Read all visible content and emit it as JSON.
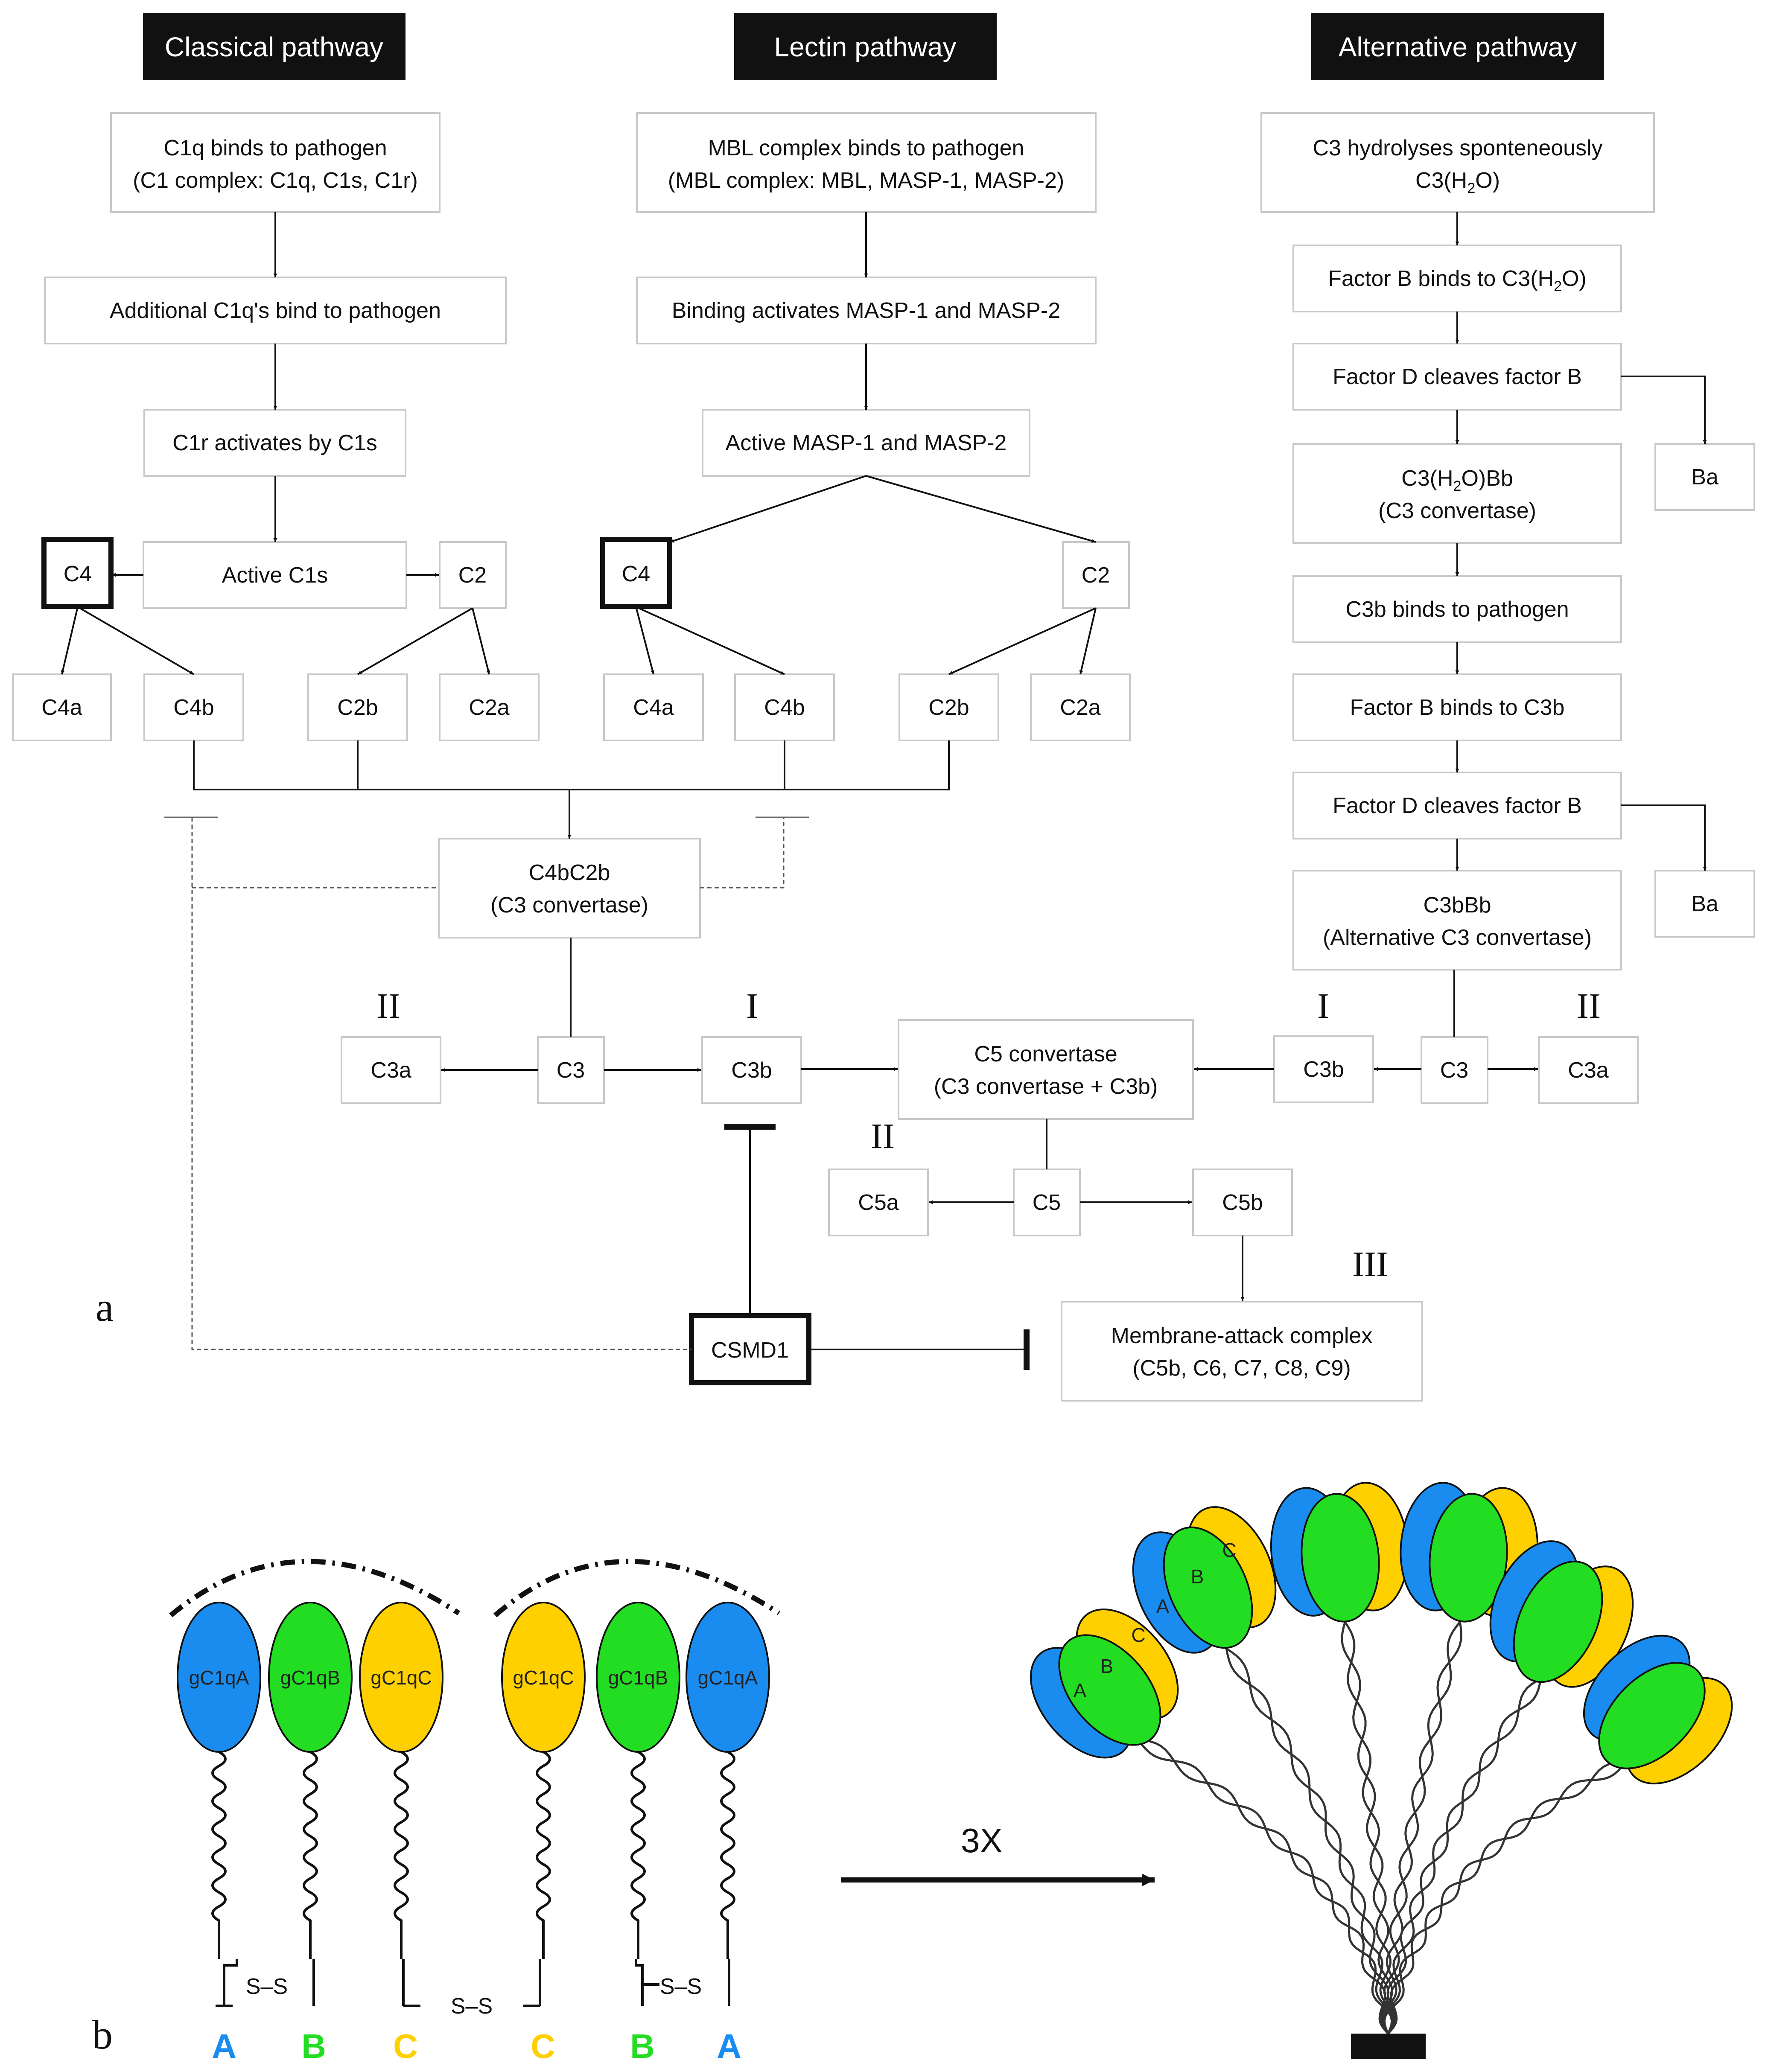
{
  "headers": {
    "classical": "Classical pathway",
    "lectin": "Lectin pathway",
    "alternative": "Alternative pathway"
  },
  "classical": {
    "c1q_binds_1": "C1q binds to pathogen",
    "c1q_binds_2": "(C1 complex: C1q, C1s, C1r)",
    "additional": "Additional C1q's bind to pathogen",
    "c1r_activates": "C1r activates by C1s",
    "active_c1s": "Active C1s",
    "c4": "C4",
    "c2": "C2",
    "c4a": "C4a",
    "c4b": "C4b",
    "c2b": "C2b",
    "c2a": "C2a"
  },
  "lectin": {
    "mbl_binds_1": "MBL complex binds to pathogen",
    "mbl_binds_2": "(MBL complex: MBL, MASP-1, MASP-2)",
    "binding_activates": "Binding activates MASP-1 and MASP-2",
    "active_masp": "Active MASP-1 and MASP-2",
    "c4": "C4",
    "c2": "C2",
    "c4a": "C4a",
    "c4b": "C4b",
    "c2b": "C2b",
    "c2a": "C2a"
  },
  "alternative": {
    "hydrolyses_1": "C3 hydrolyses sponteneously",
    "hydrolyses_2_a": "C3(H",
    "hydrolyses_2_sub": "2",
    "hydrolyses_2_b": "O)",
    "fb_binds_a": "Factor B binds to C3(H",
    "fb_binds_sub": "2",
    "fb_binds_b": "O)",
    "fd_cleaves_1": "Factor D cleaves factor B",
    "ba_1": "Ba",
    "c3h2obb_a": "C3(H",
    "c3h2obb_sub": "2",
    "c3h2obb_b": "O)Bb",
    "c3h2obb_2": "(C3 convertase)",
    "c3b_binds": "C3b binds to pathogen",
    "fb_binds_c3b": "Factor B binds to C3b",
    "fd_cleaves_2": "Factor D cleaves factor B",
    "ba_2": "Ba",
    "c3bbb_1": "C3bBb",
    "c3bbb_2": "(Alternative C3 convertase)"
  },
  "lower": {
    "c4bc2b_1": "C4bC2b",
    "c4bc2b_2": "(C3 convertase)",
    "c3a_left": "C3a",
    "c3_left": "C3",
    "c3b_left": "C3b",
    "c5conv_1": "C5 convertase",
    "c5conv_2": "(C3 convertase + C3b)",
    "c3b_right": "C3b",
    "c3_right": "C3",
    "c3a_right": "C3a",
    "c5a": "C5a",
    "c5": "C5",
    "c5b": "C5b",
    "mac_1": "Membrane-attack complex",
    "mac_2": "(C5b, C6, C7, C8, C9)",
    "csmd1": "CSMD1",
    "roman_c3a_left": "II",
    "roman_c3b_left": "I",
    "roman_c3b_right": "I",
    "roman_c3a_right": "II",
    "roman_c5a": "II",
    "roman_mac": "III"
  },
  "panels": {
    "a": "a",
    "b": "b"
  },
  "panel_b": {
    "lobes_left": [
      "gC1qA",
      "gC1qB",
      "gC1qC"
    ],
    "lobes_right": [
      "gC1qC",
      "gC1qB",
      "gC1qA"
    ],
    "chains": [
      "A",
      "B",
      "C",
      "C",
      "B",
      "A"
    ],
    "disulfide": "S–S",
    "arrow_label": "3X",
    "head_letters": [
      "A",
      "B",
      "C"
    ]
  },
  "colors": {
    "chain_a": "#1a8cf0",
    "chain_b": "#22dd22",
    "chain_c": "#ffd000",
    "header_bg": "#111111"
  }
}
